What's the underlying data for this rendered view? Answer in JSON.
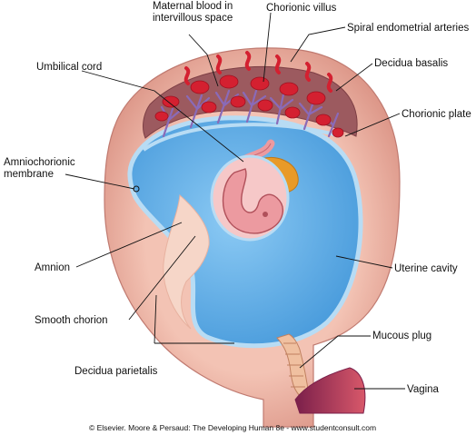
{
  "labels": {
    "maternal_blood_line1": "Maternal blood in",
    "maternal_blood_line2": "intervillous space",
    "chorionic_villus": "Chorionic villus",
    "spiral_arteries": "Spiral endometrial arteries",
    "umbilical_cord": "Umbilical cord",
    "decidua_basalis": "Decidua basalis",
    "chorionic_plate": "Chorionic plate",
    "amniochorionic_line1": "Amniochorionic",
    "amniochorionic_line2": "membrane",
    "amnion": "Amnion",
    "uterine_cavity": "Uterine cavity",
    "smooth_chorion": "Smooth chorion",
    "decidua_parietalis": "Decidua parietalis",
    "mucous_plug": "Mucous plug",
    "vagina": "Vagina"
  },
  "credit": "© Elsevier. Moore & Persaud: The Developing Human 8e - www.studentconsult.com",
  "colors": {
    "uterine_wall": "#e8a898",
    "decidua_basalis": "#9c5a5f",
    "amniotic_fluid": "#64b4ea",
    "membrane": "#b8dcf4",
    "maternal_blood": "#d42030",
    "chorionic_villus": "#8a6ab8",
    "yolk_sac": "#e89a28",
    "embryo": "#ec9aa0",
    "vagina": "#a8305a"
  }
}
